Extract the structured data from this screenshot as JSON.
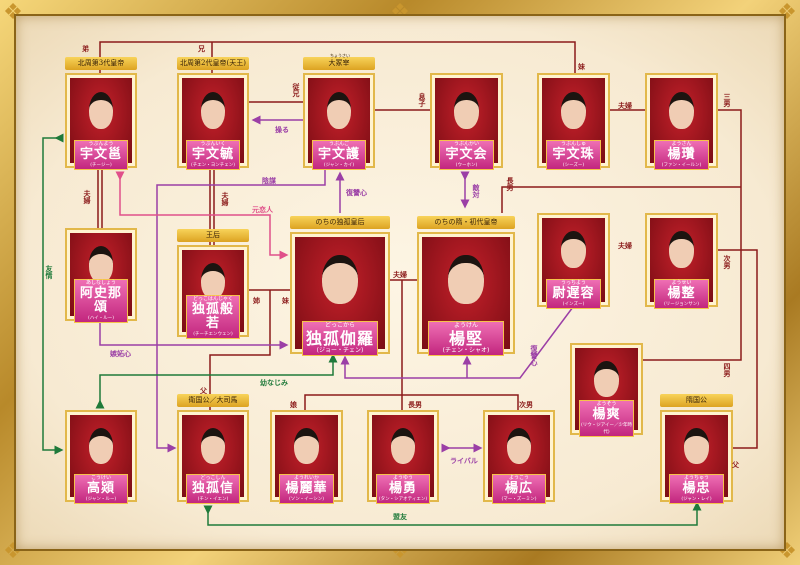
{
  "characters": [
    {
      "name": "宇文邕",
      "ruby": "うぶんよう",
      "reading": "(チージー)",
      "title": "北周第3代皇帝"
    },
    {
      "name": "宇文毓",
      "ruby": "うぶんいく",
      "reading": "(チエン・ヨンチェン)",
      "title": "北周第2代皇帝(天王)"
    },
    {
      "name": "宇文護",
      "ruby": "うぶんご",
      "reading": "(ジャン・カイ)",
      "title": "大冢宰"
    },
    {
      "name": "宇文会",
      "ruby": "うぶんかい",
      "reading": "(ウーホン)"
    },
    {
      "name": "宇文珠",
      "ruby": "うぶんしゅ",
      "reading": "(シーズー)"
    },
    {
      "name": "楊瓚",
      "ruby": "ようさん",
      "reading": "(ファン・イールン)"
    },
    {
      "name": "阿史那頌",
      "ruby": "あしなしょう",
      "reading": "(ハイ・ルー)"
    },
    {
      "name": "独孤般若",
      "ruby": "どっこはんじゃく",
      "reading": "(チーチエンウェン)",
      "title": "王后"
    },
    {
      "name": "独孤伽羅",
      "ruby": "どっこから",
      "reading": "(ジョー・チェン)",
      "title": "のちの独孤皇后"
    },
    {
      "name": "楊堅",
      "ruby": "ようけん",
      "reading": "(チェン・シャオ)",
      "title": "のちの隋・初代皇帝"
    },
    {
      "name": "尉遅容",
      "ruby": "うっちよう",
      "reading": "(インズー)"
    },
    {
      "name": "楊整",
      "ruby": "ようせい",
      "reading": "(リージョンサン)"
    },
    {
      "name": "楊爽",
      "ruby": "ようそう",
      "reading": "(リウ・ジアイー／少年時代)"
    },
    {
      "name": "高熲",
      "ruby": "こうけい",
      "reading": "(ジャン・ルー)"
    },
    {
      "name": "独孤信",
      "ruby": "どっこしん",
      "reading": "(チン・イエン)",
      "title": "衛国公／大司馬"
    },
    {
      "name": "楊麗華",
      "ruby": "ようれいか",
      "reading": "(ソン・イーシン)"
    },
    {
      "name": "楊勇",
      "ruby": "ようゆう",
      "reading": "(タン・シアオティエン)"
    },
    {
      "name": "楊広",
      "ruby": "ようこう",
      "reading": "(マー・ズーミン)"
    },
    {
      "name": "楊忠",
      "ruby": "ようちゅう",
      "reading": "(ジャン・レイ)",
      "title": "隋国公"
    }
  ],
  "title_ruby": "ちょうさい",
  "relations": [
    {
      "text": "弟",
      "color": "r"
    },
    {
      "text": "兄",
      "color": "r"
    },
    {
      "text": "従兄",
      "color": "r"
    },
    {
      "text": "息子",
      "color": "r"
    },
    {
      "text": "妹",
      "color": "r"
    },
    {
      "text": "夫婦",
      "color": "r"
    },
    {
      "text": "三男",
      "color": "r"
    },
    {
      "text": "操る",
      "color": "p"
    },
    {
      "text": "陰謀",
      "color": "p"
    },
    {
      "text": "復讐心",
      "color": "p"
    },
    {
      "text": "元恋人",
      "color": "k"
    },
    {
      "text": "夫婦",
      "color": "r"
    },
    {
      "text": "夫婦",
      "color": "r"
    },
    {
      "text": "敵対",
      "color": "p"
    },
    {
      "text": "長男",
      "color": "r"
    },
    {
      "text": "夫婦",
      "color": "r"
    },
    {
      "text": "夫婦",
      "color": "r"
    },
    {
      "text": "次男",
      "color": "r"
    },
    {
      "text": "姉",
      "color": "r"
    },
    {
      "text": "妹",
      "color": "r"
    },
    {
      "text": "友情",
      "color": "g"
    },
    {
      "text": "嫉妬心",
      "color": "p"
    },
    {
      "text": "幼なじみ",
      "color": "g"
    },
    {
      "text": "父",
      "color": "r"
    },
    {
      "text": "復讐心",
      "color": "p"
    },
    {
      "text": "四男",
      "color": "r"
    },
    {
      "text": "娘",
      "color": "r"
    },
    {
      "text": "長男",
      "color": "r"
    },
    {
      "text": "次男",
      "color": "r"
    },
    {
      "text": "ライバル",
      "color": "p"
    },
    {
      "text": "盟友",
      "color": "g"
    },
    {
      "text": "父",
      "color": "r"
    }
  ],
  "colors": {
    "kin": "#8b1a1a",
    "conflict": "#9b3fa6",
    "love": "#e0508a",
    "ally": "#1f7a3a"
  }
}
